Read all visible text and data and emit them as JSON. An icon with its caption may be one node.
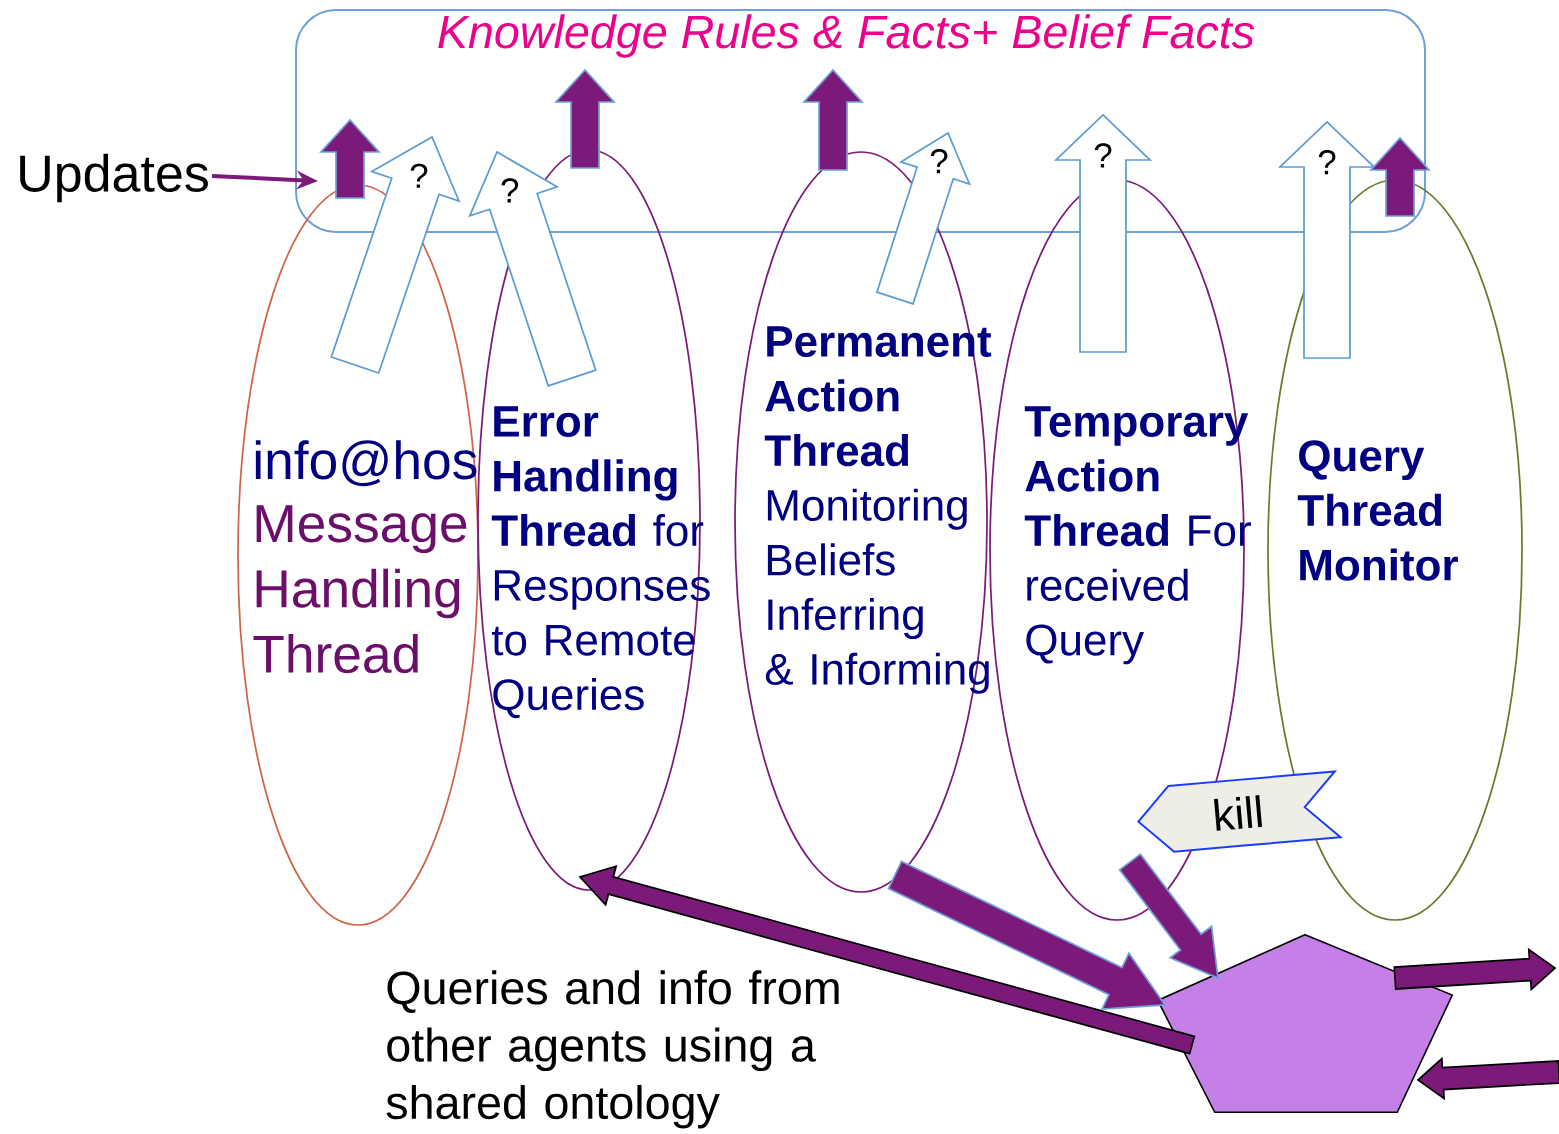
{
  "diagram": {
    "nodes": [
      {
        "text": [
          "Knowledge Rules & Facts+ Belief Facts"
        ]
      },
      {
        "text": [
          "info@hos",
          "Message Handling Thread"
        ]
      },
      {
        "text": [
          "**Error Handling Thread** for Responses to Remote Queries"
        ]
      },
      {
        "text": [
          "**Permanent Action Thread** Monitoring Beliefs Inferring & Informing"
        ]
      },
      {
        "text": [
          "**Temporary Action Thread** For received Query"
        ]
      },
      {
        "text": [
          "Query Thread Monitor"
        ]
      },
      {
        "text": [],
        "shape": "pentagon"
      },
      {
        "text": [
          "kill"
        ]
      },
      {
        "text": [
          "Updates"
        ]
      }
    ],
    "edges": [
      {
        "from": 8,
        "to": 0,
        "arrow": "to"
      },
      {
        "from": 1,
        "to": 0,
        "arrow": "to",
        "style": "thick"
      },
      {
        "from": 1,
        "to": 0,
        "arrow": "to",
        "style": "thick",
        "color": "#5b9bd5",
        "label": "?"
      },
      {
        "from": 2,
        "to": 0,
        "arrow": "to",
        "style": "thick",
        "color": "#5b9bd5",
        "label": "?"
      },
      {
        "from": 2,
        "to": 0,
        "arrow": "to",
        "style": "thick"
      },
      {
        "from": 3,
        "to": 0,
        "arrow": "to",
        "style": "thick"
      },
      {
        "from": 3,
        "to": 0,
        "arrow": "to",
        "style": "thick",
        "color": "#5b9bd5",
        "label": "?"
      },
      {
        "from": 4,
        "to": 0,
        "arrow": "to",
        "style": "thick",
        "color": "#5b9bd5",
        "label": "?"
      },
      {
        "from": 5,
        "to": 0,
        "arrow": "to",
        "style": "thick",
        "color": "#5b9bd5",
        "label": "?"
      },
      {
        "from": 5,
        "to": 0,
        "arrow": "to",
        "style": "thick"
      },
      {
        "from": 6,
        "to": 2,
        "arrow": "to",
        "style": "thick"
      },
      {
        "from": 3,
        "to": 6,
        "arrow": "to",
        "style": "thick"
      },
      {
        "from": 4,
        "to": 6,
        "arrow": "to",
        "style": "thick"
      },
      {
        "from": 6,
        "to": null,
        "arrow": "to",
        "style": "thick"
      },
      {
        "from": null,
        "to": 6,
        "arrow": "to",
        "style": "thick"
      }
    ],
    "labels": [
      "Queries and info from other agents using a shared ontology"
    ]
  }
}
